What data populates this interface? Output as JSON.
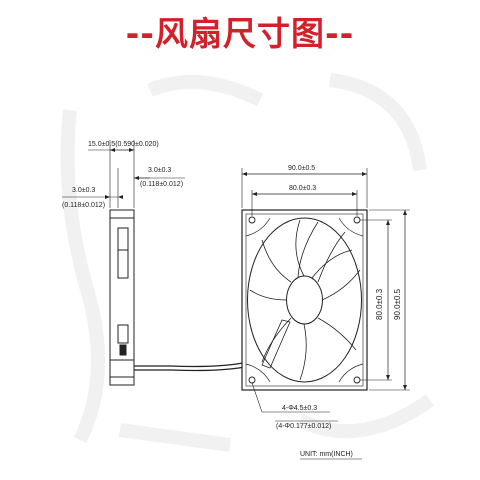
{
  "title": "--风扇尺寸图--",
  "side_view": {
    "overall_depth": "15.0±0.5(0.590±0.020)",
    "frame_flange": "3.0±0.3",
    "frame_flange_inch": "(0.118±0.012)",
    "left_flange": "3.0±0.3",
    "left_flange_inch": "(0.118±0.012)"
  },
  "front_view": {
    "overall_width": "90.0±0.5",
    "hole_spacing_h": "80.0±0.3",
    "hole_spacing_v": "80.0±0.3",
    "overall_height": "90.0±0.5",
    "mount_holes": "4-Φ4.5±0.3",
    "mount_holes_inch": "(4-Φ0.177±0.012)"
  },
  "unit_note": "UNIT: mm(INCH)",
  "colors": {
    "title": "#d3202a",
    "line": "#222222",
    "watermark": "#f1f1f1"
  }
}
